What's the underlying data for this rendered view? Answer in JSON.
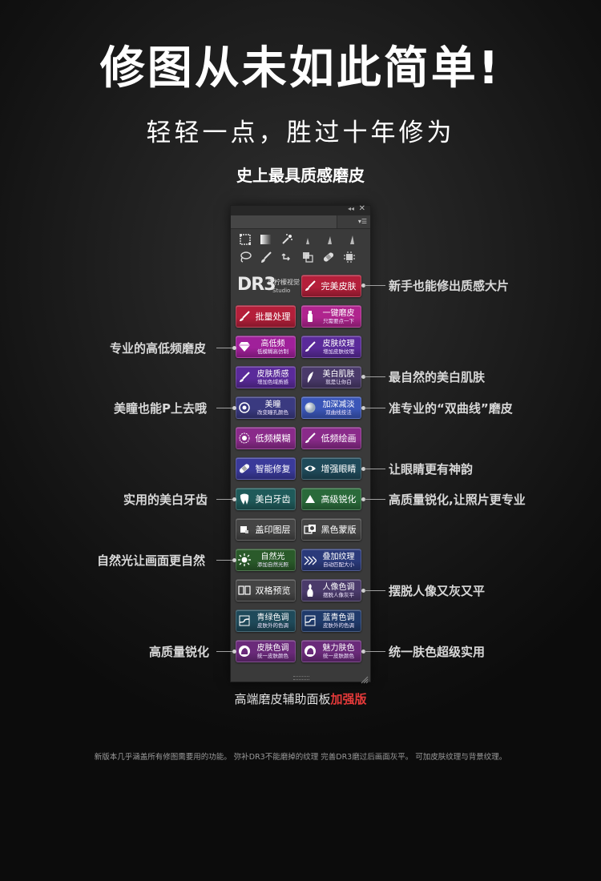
{
  "header": {
    "title": "修图从未如此简单!",
    "subtitle": "轻轻一点，胜过十年修为",
    "tagline": "史上最具质感磨皮"
  },
  "panel": {
    "logo": {
      "mark": "DR3",
      "cn": "百柠檬视觉",
      "en": "Studio"
    },
    "tools_row1": [
      "marquee-icon",
      "gradient-icon",
      "magic-wand-icon",
      "histogram-icon",
      "histogram-icon",
      "histogram-icon"
    ],
    "tools_row2": [
      "lasso-icon",
      "brush-icon",
      "swap-icon",
      "layers-icon",
      "bandage-icon",
      "chip-icon"
    ],
    "buttons": [
      {
        "id": "perfect-skin",
        "l1": "完美皮肤",
        "l2": "",
        "color": "#b41f3a",
        "icon": "brush-icon"
      },
      {
        "id": "batch",
        "l1": "批量处理",
        "l2": "",
        "color": "#b41f3a",
        "icon": "brush-icon"
      },
      {
        "id": "one-click",
        "l1": "一键磨皮",
        "l2": "只需要点一下",
        "color": "#b0248e",
        "icon": "bottle-icon"
      },
      {
        "id": "high-low",
        "l1": "高低频",
        "l2": "低模糊高仿制",
        "color": "#a0209a",
        "icon": "gem-icon"
      },
      {
        "id": "skin-texture",
        "l1": "皮肤纹理",
        "l2": "增加皮肤纹理",
        "color": "#5a2a9a",
        "icon": "brush-icon"
      },
      {
        "id": "skin-quality",
        "l1": "皮肤质感",
        "l2": "增加色域质感",
        "color": "#5a2a9a",
        "icon": "brush-icon"
      },
      {
        "id": "whitening",
        "l1": "美白肌肤",
        "l2": "就是让你白",
        "color": "#4a3a6a",
        "icon": "feather-icon"
      },
      {
        "id": "pupil",
        "l1": "美瞳",
        "l2": "改变瞳孔颜色",
        "color": "#3a3a80",
        "icon": "eye-ring-icon"
      },
      {
        "id": "dodge-burn",
        "l1": "加深减淡",
        "l2": "双曲线技法",
        "color": "#3a56b8",
        "icon": "ball-icon"
      },
      {
        "id": "low-blur",
        "l1": "低频模糊",
        "l2": "",
        "color": "#8a2a8a",
        "icon": "blur-icon"
      },
      {
        "id": "low-paint",
        "l1": "低频绘画",
        "l2": "",
        "color": "#8a2a8a",
        "icon": "brush-icon"
      },
      {
        "id": "smart-repair",
        "l1": "智能修复",
        "l2": "",
        "color": "#3a3a9a",
        "icon": "bandage-icon"
      },
      {
        "id": "enhance-eyes",
        "l1": "增强眼睛",
        "l2": "",
        "color": "#1f4a5a",
        "icon": "eye-icon"
      },
      {
        "id": "whiten-teeth",
        "l1": "美白牙齿",
        "l2": "",
        "color": "#1f5a5a",
        "icon": "tooth-icon"
      },
      {
        "id": "sharpen",
        "l1": "高级锐化",
        "l2": "",
        "color": "#2a6a3a",
        "icon": "triangle-icon"
      },
      {
        "id": "stamp-layer",
        "l1": "盖印图层",
        "l2": "",
        "color": "#444444",
        "icon": "stamp-icon"
      },
      {
        "id": "black-mask",
        "l1": "黑色蒙版",
        "l2": "",
        "color": "#444444",
        "icon": "mask-icon"
      },
      {
        "id": "natural-light",
        "l1": "自然光",
        "l2": "添加自然光照",
        "color": "#2a5a2a",
        "icon": "sun-icon"
      },
      {
        "id": "overlay-texture",
        "l1": "叠加纹理",
        "l2": "自动匹配大小",
        "color": "#2a3a7a",
        "icon": "texture-icon"
      },
      {
        "id": "dual-preview",
        "l1": "双格预览",
        "l2": "",
        "color": "#444444",
        "icon": "dual-icon"
      },
      {
        "id": "portrait-tone",
        "l1": "人像色调",
        "l2": "摆脱人像灰平",
        "color": "#4a3a6a",
        "icon": "figure-icon"
      },
      {
        "id": "cyan-tone",
        "l1": "青绿色调",
        "l2": "皮肤外的色调",
        "color": "#1f4a5a",
        "icon": "curve-icon"
      },
      {
        "id": "blue-tone",
        "l1": "蓝青色调",
        "l2": "皮肤外的色调",
        "color": "#1f3a6a",
        "icon": "curve-icon"
      },
      {
        "id": "skin-tone",
        "l1": "皮肤色调",
        "l2": "统一皮肤颜色",
        "color": "#6a2a7a",
        "icon": "face-icon"
      },
      {
        "id": "charm-skin",
        "l1": "魅力肤色",
        "l2": "统一皮肤颜色",
        "color": "#6a2a7a",
        "icon": "face-icon"
      }
    ]
  },
  "annotations": {
    "novice": "新手也能修出质感大片",
    "high_low": "专业的高低频磨皮",
    "natural_white": "最自然的美白肌肤",
    "pupil": "美瞳也能P上去哦",
    "dodge_burn": "准专业的“双曲线”磨皮",
    "eyes": "让眼睛更有神韵",
    "teeth": "实用的美白牙齿",
    "sharpen": "高质量锐化,让照片更专业",
    "light": "自然光让画面更自然",
    "portrait": "摆脱人像又灰又平",
    "sharpen2": "高质量锐化",
    "skin_tone": "统一肤色超级实用"
  },
  "caption": {
    "main": "高端磨皮辅助面板",
    "strong": "加强版"
  },
  "footnote": "新版本几乎涵盖所有修图需要用的功能。 弥补DR3不能磨掉的纹理   完善DR3磨过后画面灰平。  可加皮肤纹理与背景纹理。",
  "colors": {
    "accent_red": "#e63a3a"
  }
}
